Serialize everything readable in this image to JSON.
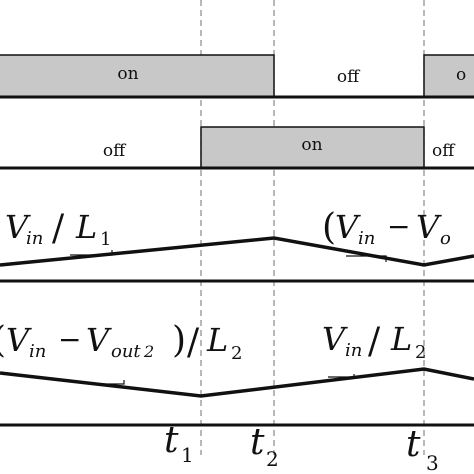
{
  "diagram": {
    "switch1": {
      "on_label": "on",
      "off_label": "off",
      "partial_label": "o"
    },
    "switch2": {
      "off_label": "off",
      "on_label": "on",
      "partial_label": "off"
    },
    "inductor1": {
      "rise_slope": {
        "V": "V",
        "in": "in",
        "slash": "/",
        "L": "L",
        "sub": "1"
      },
      "fall_slope": {
        "lparen": "(",
        "V": "V",
        "in": "in",
        "minus": "−",
        "V2": "V",
        "o": "o"
      }
    },
    "inductor2": {
      "fall_slope": {
        "lparen": "(",
        "V": "V",
        "in": "in",
        "minus": "−",
        "V2": "V",
        "out": "out",
        "two": "2",
        "rparen": ")",
        "slash": "/",
        "L": "L",
        "sub": "2"
      },
      "rise_slope": {
        "V": "V",
        "in": "in",
        "slash": "/",
        "L": "L",
        "sub": "2"
      }
    },
    "time_marks": {
      "t1": {
        "t": "t",
        "sub": "1"
      },
      "t2": {
        "t": "t",
        "sub": "2"
      },
      "t3": {
        "t": "t",
        "sub": "3"
      }
    },
    "colors": {
      "pulse_fill": "#c8c8c8",
      "line": "#111111",
      "dash": "#888888"
    }
  }
}
